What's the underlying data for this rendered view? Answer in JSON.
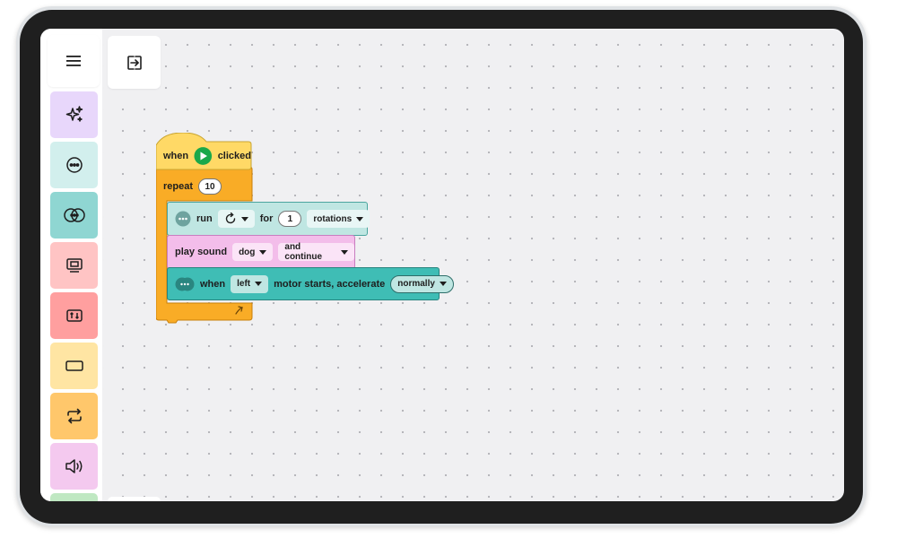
{
  "toolbar": {
    "menu_icon": "hamburger-menu-icon",
    "export_icon": "export-arrow-icon"
  },
  "categories": [
    {
      "id": "ai",
      "icon": "sparkles-icon",
      "color": "#e8d7fb"
    },
    {
      "id": "motors",
      "icon": "motor-icon",
      "color": "#d2efed"
    },
    {
      "id": "motor-pair",
      "icon": "motor-pair-icon",
      "color": "#8fd6d2"
    },
    {
      "id": "display",
      "icon": "display-icon",
      "color": "#ffc4c4"
    },
    {
      "id": "sensors",
      "icon": "sensor-icon",
      "color": "#ff9f9f"
    },
    {
      "id": "events",
      "icon": "event-icon",
      "color": "#ffe5a3"
    },
    {
      "id": "control",
      "icon": "loop-icon",
      "color": "#ffc76b"
    },
    {
      "id": "sound",
      "icon": "speaker-icon",
      "color": "#f4c9ef"
    },
    {
      "id": "more",
      "icon": "more-icon",
      "color": "#bfe8c2"
    }
  ],
  "script": {
    "hat": {
      "when": "when",
      "clicked": "clicked",
      "color": "#ffd966"
    },
    "repeat": {
      "label": "repeat",
      "count": "10",
      "color": "#f9ac26"
    },
    "run": {
      "label": "run",
      "for": "for",
      "amount": "1",
      "unit": "rotations",
      "color": "#bfe6e2"
    },
    "sound": {
      "label": "play sound",
      "sound": "dog",
      "mode": "and continue",
      "color": "#f3bdea"
    },
    "motor": {
      "when": "when",
      "side": "left",
      "text": "motor starts, accelerate",
      "mode": "normally",
      "color": "#3fbdb5"
    }
  }
}
